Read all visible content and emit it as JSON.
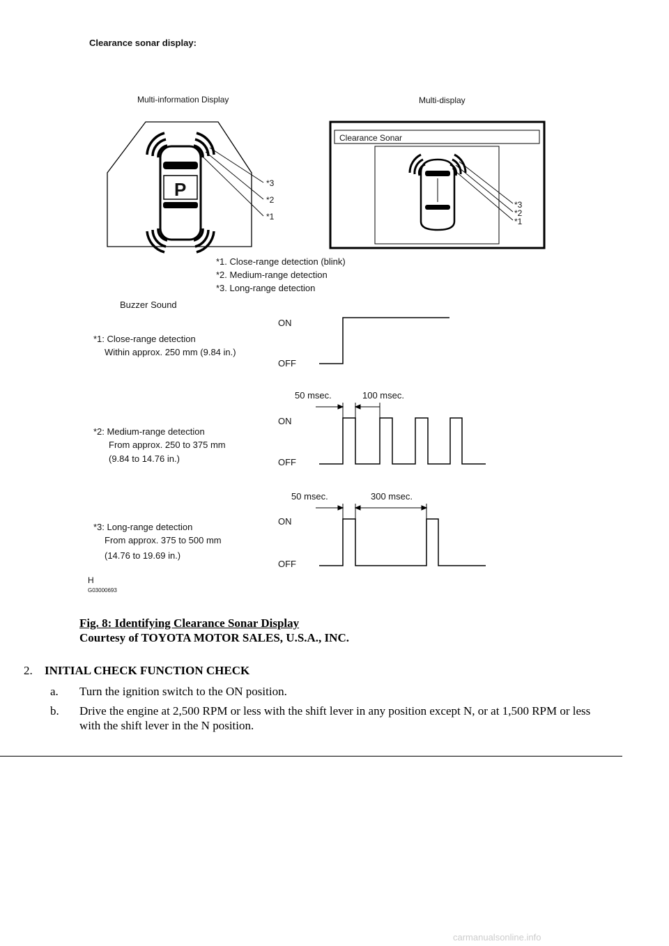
{
  "figure": {
    "title": "Clearance sonar display:",
    "left_panel_label": "Multi-information  Display",
    "right_panel_label": "Multi-display",
    "gear_indicator": "P",
    "screen_title": "Clearance Sonar",
    "callouts": [
      "*3",
      "*2",
      "*1"
    ],
    "legend": [
      "*1. Close-range detection (blink)",
      "*2. Medium-range detection",
      "*3. Long-range detection"
    ],
    "buzzer_heading": "Buzzer Sound",
    "on_label": "ON",
    "off_label": "OFF",
    "rows": [
      {
        "line1": "*1: Close-range detection",
        "line2": "Within approx. 250 mm (9.84 in.)",
        "line3": ""
      },
      {
        "line1": "*2: Medium-range detection",
        "line2": "From approx. 250 to 375 mm",
        "line3": "(9.84 to 14.76 in.)",
        "pulse_label": "50 msec.",
        "gap_label": "100 msec."
      },
      {
        "line1": "*3: Long-range detection",
        "line2": "From approx. 375 to 500 mm",
        "line3": "(14.76 to 19.69 in.)",
        "pulse_label": "50 msec.",
        "gap_label": "300 msec."
      }
    ],
    "code_letter": "H",
    "code": "G03000693"
  },
  "caption": {
    "title": "Fig. 8: Identifying Clearance Sonar Display",
    "courtesy": "Courtesy of TOYOTA MOTOR SALES, U.S.A., INC."
  },
  "section": {
    "number": "2.",
    "heading": "INITIAL CHECK FUNCTION CHECK",
    "steps": [
      {
        "mark": "a.",
        "text": "Turn the ignition switch to the ON position."
      },
      {
        "mark": "b.",
        "text": "Drive the engine at 2,500 RPM or less with the shift lever in any position except N, or at 1,500 RPM or less with the shift lever in the N position."
      }
    ]
  },
  "watermark": "carmanualsonline.info"
}
